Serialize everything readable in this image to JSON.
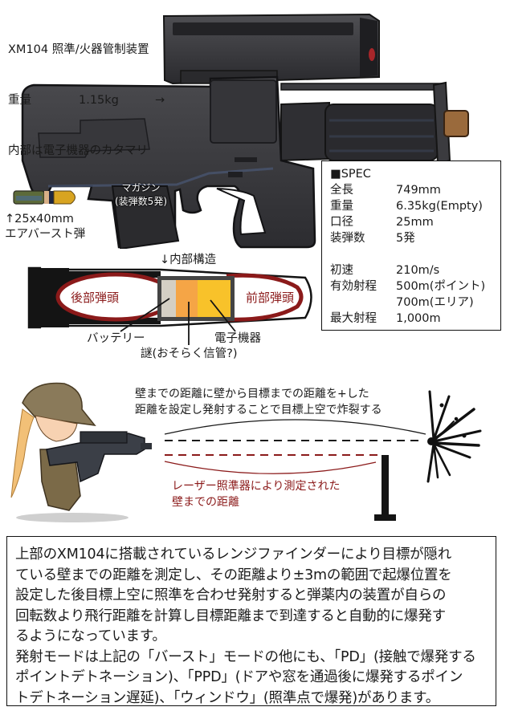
{
  "xm104_caption": {
    "title": "XM104 照準/火器管制装置",
    "weight_label": "重量",
    "weight_value": "1.15kg",
    "arrow": "→",
    "note": "内部は電子機器のカタマリ"
  },
  "ammo_caption": {
    "line1": "↑25x40mm",
    "line2": "エアバースト弾"
  },
  "magazine_label": {
    "line1": "マガジン",
    "line2": "(装弾数5発)"
  },
  "spec": {
    "header": "■SPEC",
    "rows": [
      {
        "label": "全長",
        "value": "749mm"
      },
      {
        "label": "重量",
        "value": "6.35kg(Empty)"
      },
      {
        "label": "口径",
        "value": "25mm"
      },
      {
        "label": "装弾数",
        "value": "5発"
      }
    ],
    "rows2": [
      {
        "label": "初速",
        "value": "210m/s"
      },
      {
        "label": "有効射程",
        "value": "500m(ポイント)"
      },
      {
        "label": "",
        "value": "700m(エリア)"
      },
      {
        "label": "最大射程",
        "value": "1,000m"
      }
    ]
  },
  "shell_diagram": {
    "title": "↓内部構造",
    "rear_warhead": "後部弾頭",
    "front_warhead": "前部弾頭",
    "battery": "バッテリー",
    "electronics": "電子機器",
    "mystery": "謎(おそらく信管?)",
    "colors": {
      "casing": "#1a1a1a",
      "warhead_outline": "#8b1a1a",
      "battery": "#d4cfc4",
      "fuze": "#f5a546",
      "electronics": "#f8c22a",
      "module_frame": "#444444"
    }
  },
  "trajectory": {
    "top_text_line1": "壁までの距離に壁から目標までの距離を+した",
    "top_text_line2": "距離を設定し発射することで目標上空で炸裂する",
    "red_text_line1": "レーザー照準器により測定された",
    "red_text_line2": "壁までの距離",
    "red_color": "#8b1a1a"
  },
  "description": {
    "lines": [
      "上部のXM104に搭載されているレンジファインダーにより目標が隠れ",
      "ている壁までの距離を測定し、その距離より±3mの範囲で起爆位置を",
      "設定した後目標上空に照準を合わせ発射すると弾薬内の装置が自らの",
      "回転数より飛行距離を計算し目標距離まで到達すると自動的に爆発す",
      "るようになっています。",
      "発射モードは上記の「バースト」モードの他にも、「PD」(接触で爆発する",
      "ポイントデトネーション)、「PPD」(ドアや窓を通過後に爆発するポイン",
      "トデトネーション遅延)、「ウィンドウ」(照準点で爆発)があります。"
    ]
  }
}
